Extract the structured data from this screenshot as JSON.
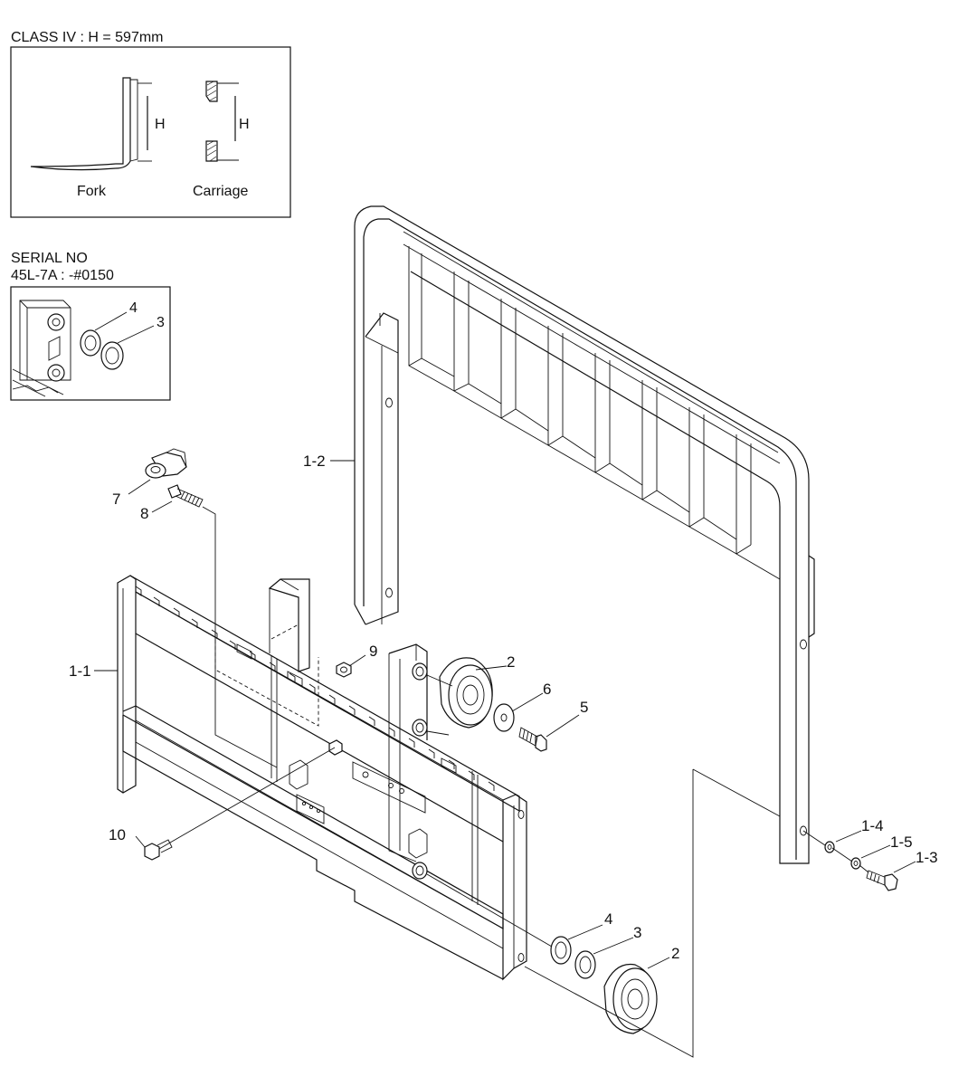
{
  "header": {
    "class_title": "CLASS IV : H = 597mm"
  },
  "inset_class": {
    "fork_label": "Fork",
    "carriage_label": "Carriage",
    "dimension_label": "H"
  },
  "serial_note": {
    "line1": "SERIAL NO",
    "line2": "45L-7A : -#0150",
    "callouts": [
      "4",
      "3"
    ]
  },
  "parts": {
    "p1_1": "1-1",
    "p1_2": "1-2",
    "p1_3": "1-3",
    "p1_4": "1-4",
    "p1_5": "1-5",
    "p2_upper": "2",
    "p2_lower": "2",
    "p3": "3",
    "p4": "4",
    "p5": "5",
    "p6": "6",
    "p7": "7",
    "p8": "8",
    "p9": "9",
    "p10": "10"
  }
}
